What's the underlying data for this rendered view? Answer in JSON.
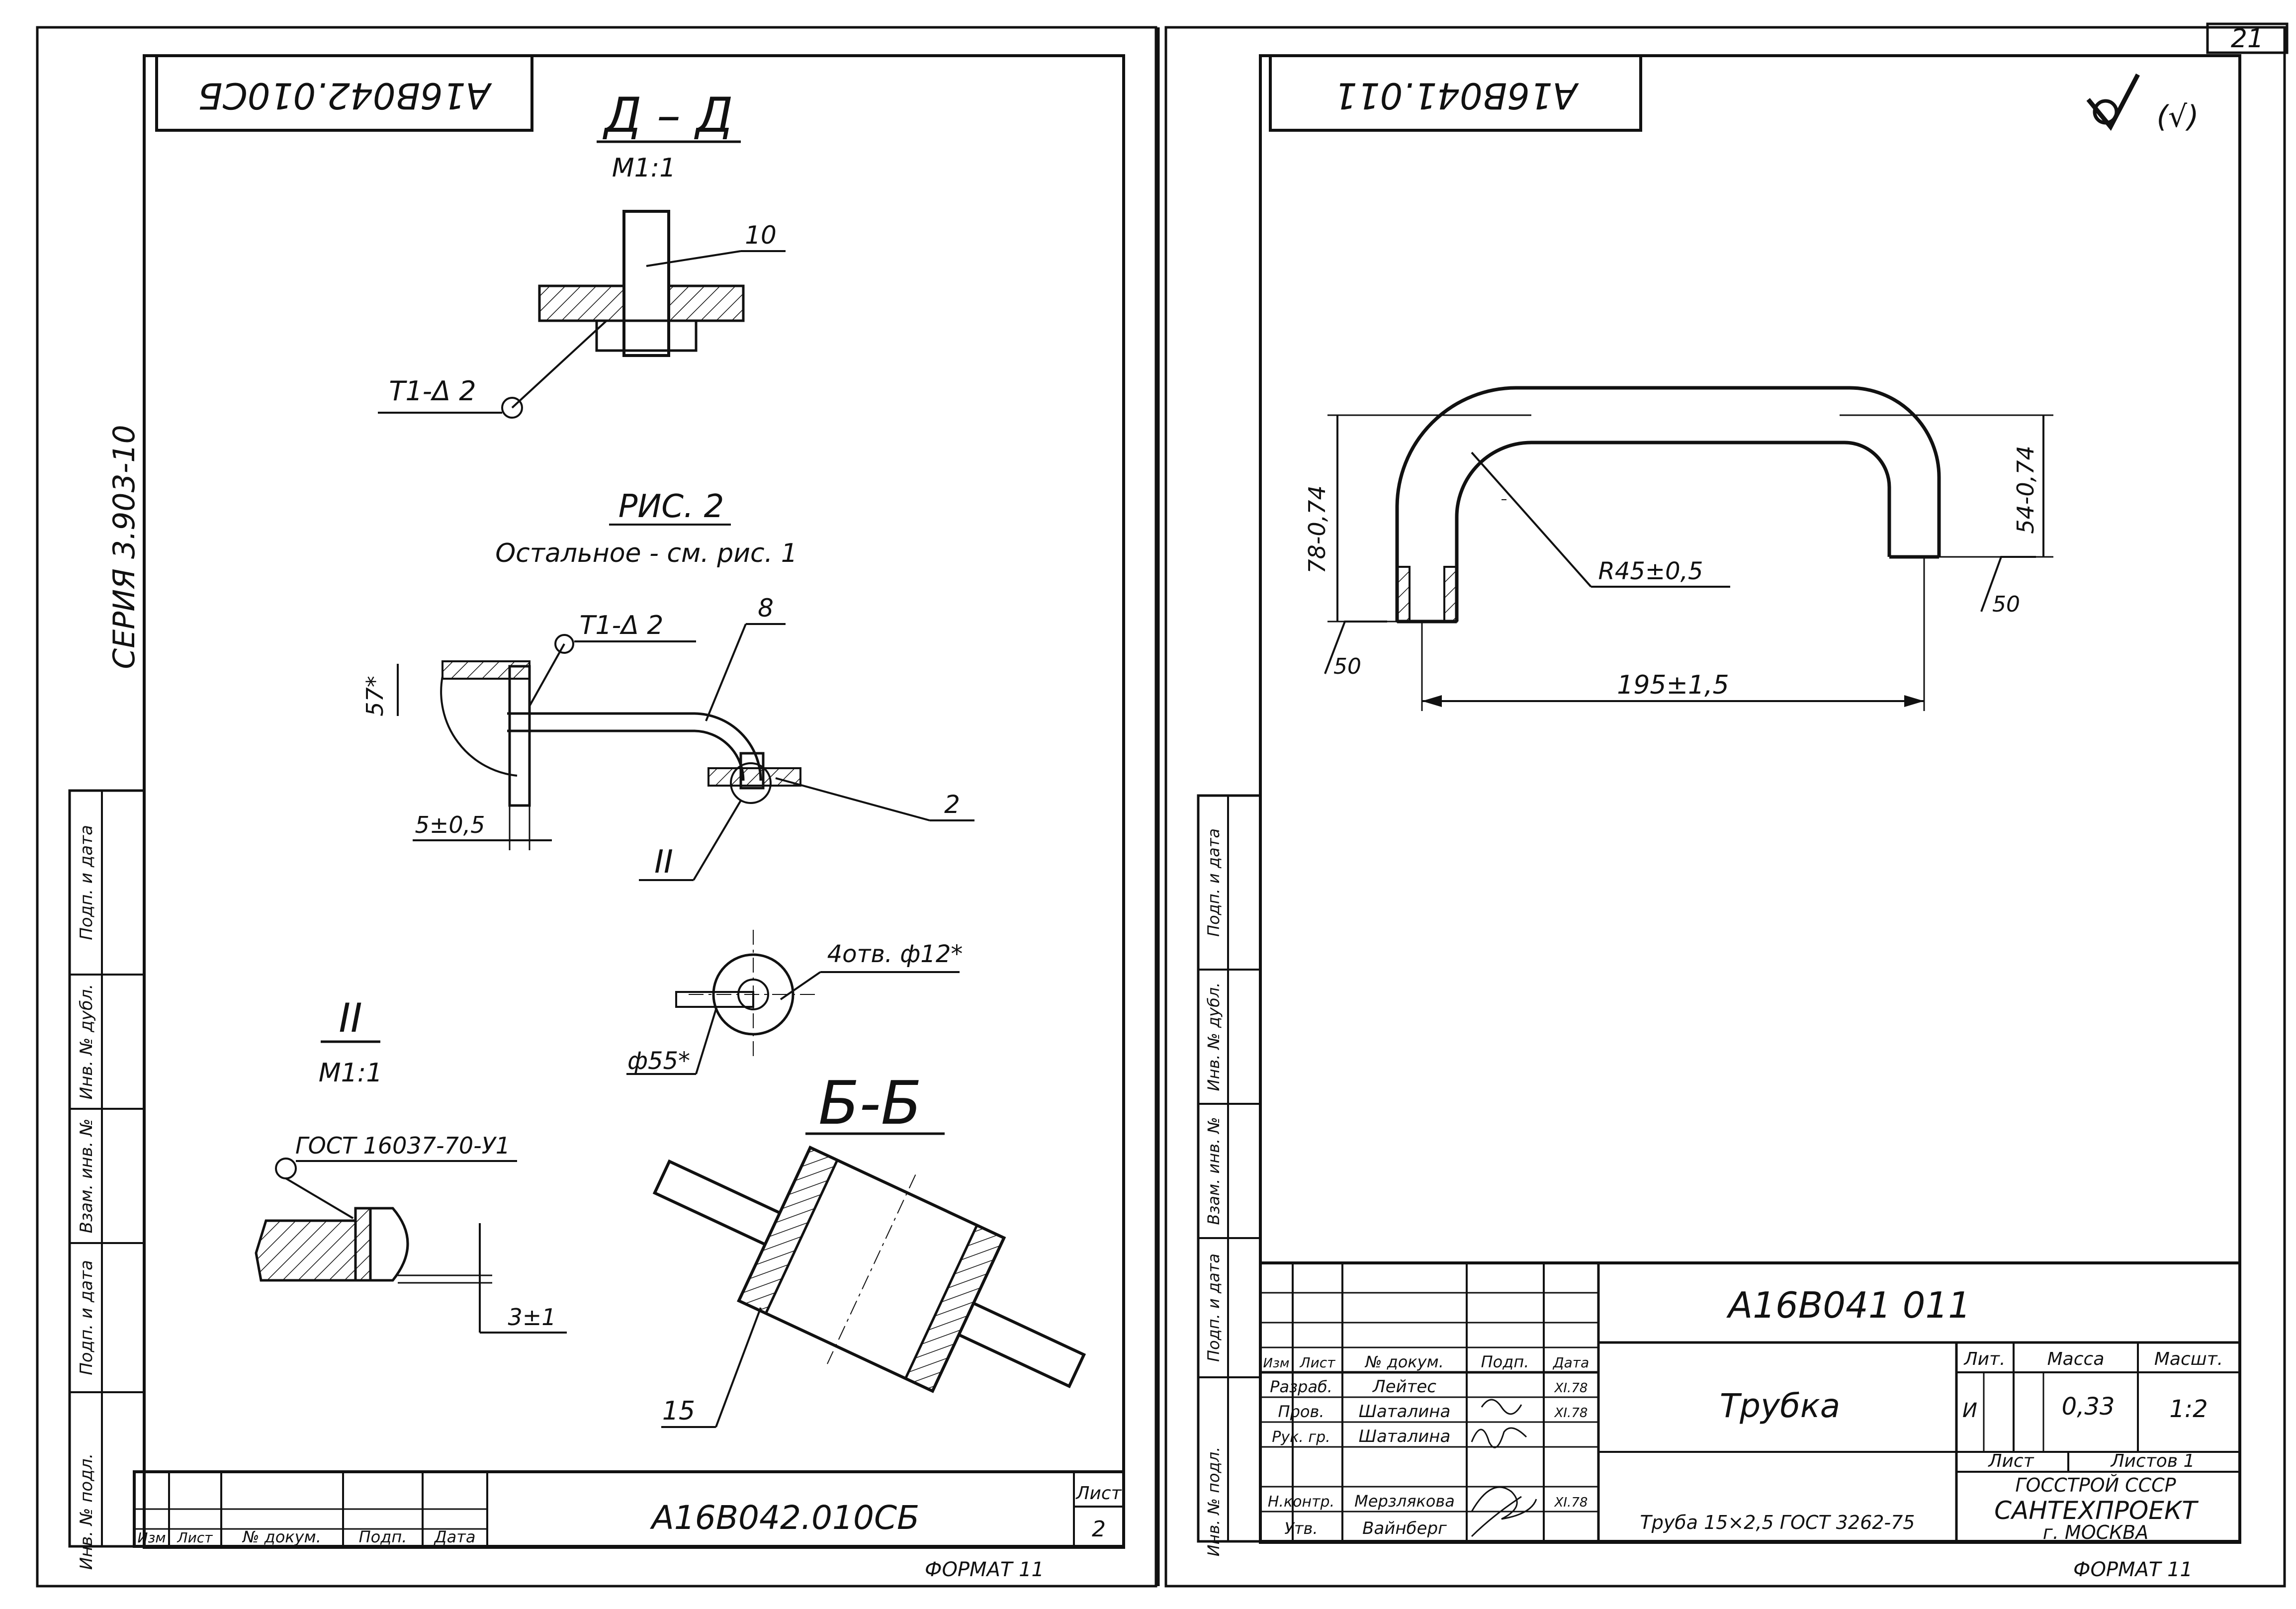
{
  "sheet_number": "21",
  "left_sheet": {
    "stamp_code": "А16В042.010СБ",
    "series_label": "СЕРИЯ 3.903-10",
    "section_dd": {
      "title": "Д – Д",
      "scale": "М1:1",
      "leader": "10",
      "weld": "Т1-Δ 2"
    },
    "fig2": {
      "title": "РИС. 2",
      "subtitle": "Остальное - см. рис. 1",
      "weld": "Т1-Δ 2",
      "leader_8": "8",
      "leader_2": "2",
      "dim_57": "57*",
      "dim_5": "5±0,5",
      "view_ref": "II"
    },
    "detail_ii": {
      "title": "II",
      "scale": "М1:1",
      "gost": "ГОСТ 16037-70-У1",
      "dim": "3±1"
    },
    "holes": {
      "hole": "4отв. ф12*",
      "diameter": "ф55*"
    },
    "section_bb": {
      "title": "Б-Б",
      "leader": "15"
    },
    "title_block": {
      "code": "А16В042.010СБ",
      "sheet_label": "Лист",
      "sheet_value": "2",
      "header": [
        "Изм",
        "Лист",
        "№ докум.",
        "Подп.",
        "Дата"
      ],
      "format": "ФОРМАТ 11"
    },
    "side_stamp": [
      "Инв. № подл.",
      "Подп. и дата",
      "Взам. инв. №",
      "Инв. № дубл.",
      "Подп. и дата"
    ]
  },
  "right_sheet": {
    "stamp_code": "А16В041.011",
    "roughness": "(√)",
    "dims": {
      "height_left": "78-0,74",
      "height_right": "54-0,74",
      "radius": "R45±0,5",
      "width": "195±1,5",
      "roughness_left": "50",
      "roughness_right": "50"
    },
    "title_block": {
      "code": "А16В041 011",
      "name": "Трубка",
      "header": [
        "Изм",
        "Лист",
        "№ докум.",
        "Подп.",
        "Дата"
      ],
      "rows": [
        {
          "role": "Разраб.",
          "person": "Лейтес",
          "date": "XI.78"
        },
        {
          "role": "Пров.",
          "person": "Шаталина",
          "date": "XI.78"
        },
        {
          "role": "Рук. гр.",
          "person": "Шаталина",
          "date": ""
        },
        {
          "role": "Н.контр.",
          "person": "Мерзлякова",
          "date": "XI.78"
        },
        {
          "role": "Утв.",
          "person": "Вайнберг",
          "date": ""
        }
      ],
      "lit_label": "Лит.",
      "lit_value": "И",
      "mass_label": "Масса",
      "mass_value": "0,33",
      "scale_label": "Масшт.",
      "scale_value": "1:2",
      "sheet_label": "Лист",
      "sheets_label": "Листов 1",
      "material": "Труба 15×2,5 ГОСТ 3262-75",
      "org_1": "ГОССТРОЙ СССР",
      "org_2": "САНТЕХПРОЕКТ",
      "org_3": "г. МОСКВА",
      "format": "ФОРМАТ 11"
    },
    "side_stamp": [
      "Инв. № подл.",
      "Подп. и дата",
      "Взам. инв. №",
      "Инв. № дубл.",
      "Подп. и дата"
    ]
  }
}
